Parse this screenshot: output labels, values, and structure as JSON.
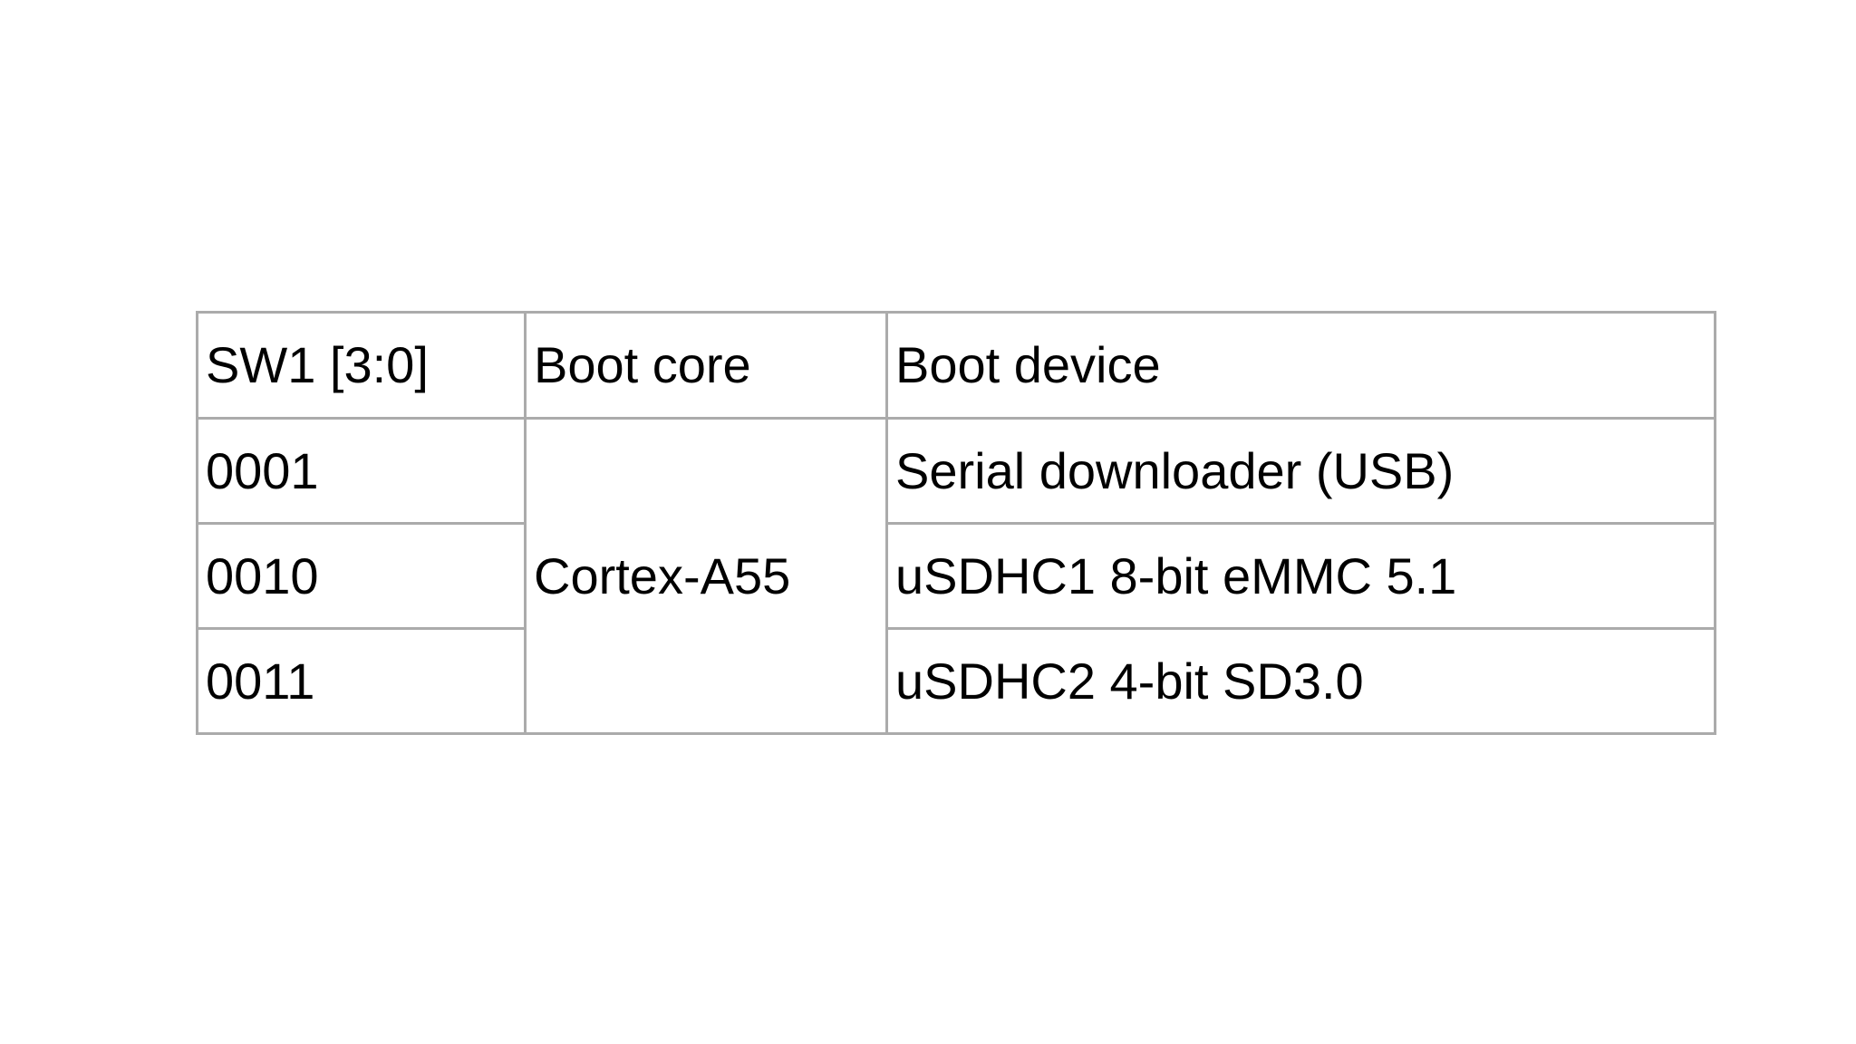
{
  "table": {
    "headers": [
      "SW1 [3:0]",
      "Boot core",
      "Boot device"
    ],
    "boot_core_merged": "Cortex-A55",
    "rows": [
      {
        "sw1": "0001",
        "boot_device": "Serial downloader (USB)"
      },
      {
        "sw1": "0010",
        "boot_device": "uSDHC1 8-bit eMMC 5.1"
      },
      {
        "sw1": "0011",
        "boot_device": "uSDHC2 4-bit SD3.0"
      }
    ],
    "border_color": "#ababab",
    "text_color": "#000000",
    "background_color": "#ffffff"
  }
}
